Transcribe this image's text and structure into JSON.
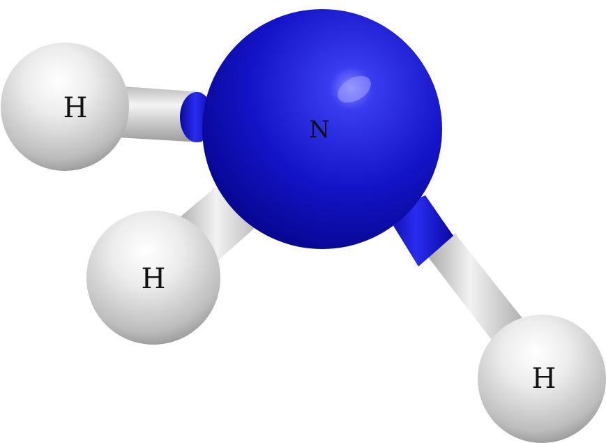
{
  "molecule": {
    "atoms": [
      {
        "id": "n",
        "element": "N",
        "label": "N",
        "color": "#1010C8"
      },
      {
        "id": "h1",
        "element": "H",
        "label": "H",
        "color": "#D8D8D8"
      },
      {
        "id": "h2",
        "element": "H",
        "label": "H",
        "color": "#D8D8D8"
      },
      {
        "id": "h3",
        "element": "H",
        "label": "H",
        "color": "#D8D8D8"
      }
    ],
    "bonds": [
      {
        "from": "n",
        "to": "h1"
      },
      {
        "from": "n",
        "to": "h2"
      },
      {
        "from": "n",
        "to": "h3"
      }
    ],
    "colors": {
      "nitrogen": "#1010C8",
      "hydrogen": "#D8D8D8",
      "background": "#FFFFFF"
    }
  }
}
